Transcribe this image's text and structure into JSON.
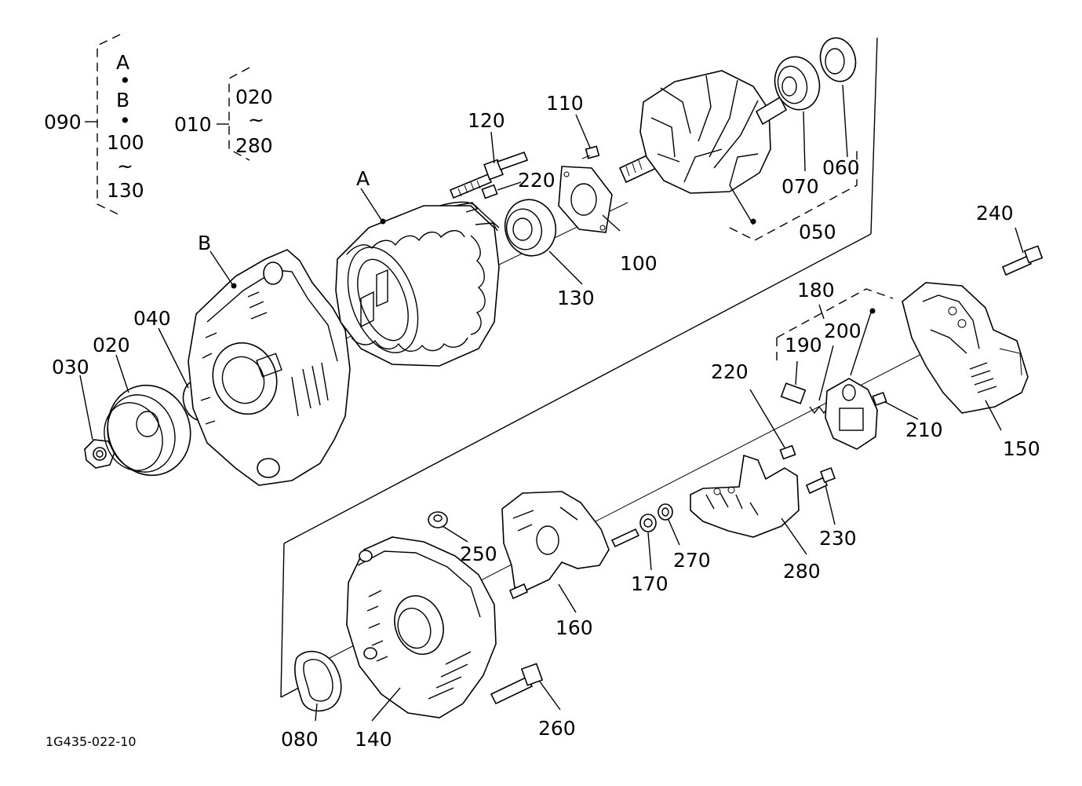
{
  "diagram_id": "1G435-022-10",
  "groups": {
    "g090": {
      "code": "090",
      "line1": "A",
      "line2": "B",
      "line3": "100",
      "line4": "130"
    },
    "g010": {
      "code": "010",
      "from": "020",
      "to": "280"
    }
  },
  "markers": {
    "A": "A",
    "B": "B"
  },
  "tilde": "~",
  "dot": "•",
  "parts": {
    "p030": "030",
    "p020": "020",
    "p040": "040",
    "p120": "120",
    "p220a": "220",
    "p110": "110",
    "p130": "130",
    "p100": "100",
    "p070": "070",
    "p060": "060",
    "p050": "050",
    "p240": "240",
    "p180": "180",
    "p190": "190",
    "p200": "200",
    "p220b": "220",
    "p210": "210",
    "p150": "150",
    "p230": "230",
    "p280": "280",
    "p270": "270",
    "p170": "170",
    "p250": "250",
    "p160": "160",
    "p080": "080",
    "p140": "140",
    "p260": "260"
  }
}
